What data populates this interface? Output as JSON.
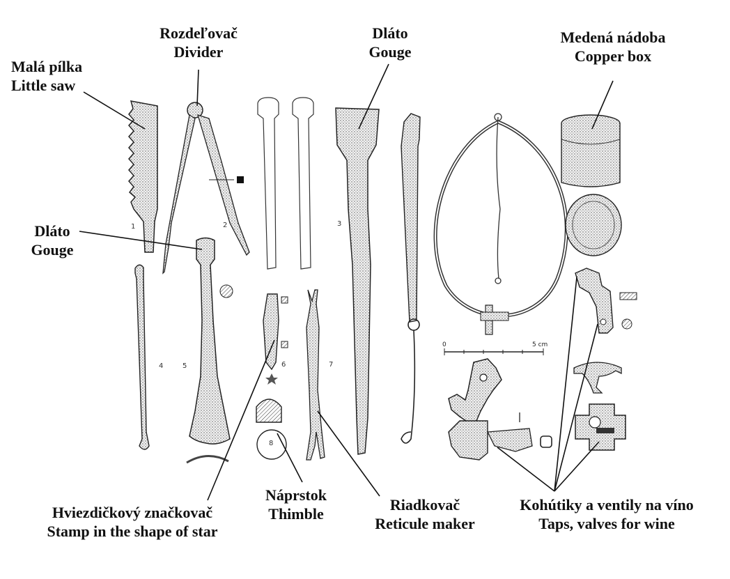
{
  "labels": {
    "saw": {
      "sk": "Malá pílka",
      "en": "Little saw"
    },
    "divider": {
      "sk": "Rozdeľovač",
      "en": "Divider"
    },
    "gouge_top": {
      "sk": "Dláto",
      "en": "Gouge"
    },
    "copper_box": {
      "sk": "Medená nádoba",
      "en": "Copper box"
    },
    "gouge_left": {
      "sk": "Dláto",
      "en": "Gouge"
    },
    "star_stamp": {
      "sk": "Hviezdičkový značkovač",
      "en": "Stamp in the shape of star"
    },
    "thimble": {
      "sk": "Náprstok",
      "en": "Thimble"
    },
    "reticule": {
      "sk": "Riadkovač",
      "en": "Reticule maker"
    },
    "taps": {
      "sk": "Kohútiky a ventily na víno",
      "en": "Taps, valves for wine"
    }
  },
  "figure_numbers": [
    "1",
    "2",
    "3",
    "4",
    "5",
    "6",
    "7",
    "8"
  ],
  "scale_bar": {
    "zero": "0",
    "five": "5 cm"
  },
  "colors": {
    "ink": "#111111",
    "line": "#222222",
    "shade": "#8a8a8a"
  }
}
